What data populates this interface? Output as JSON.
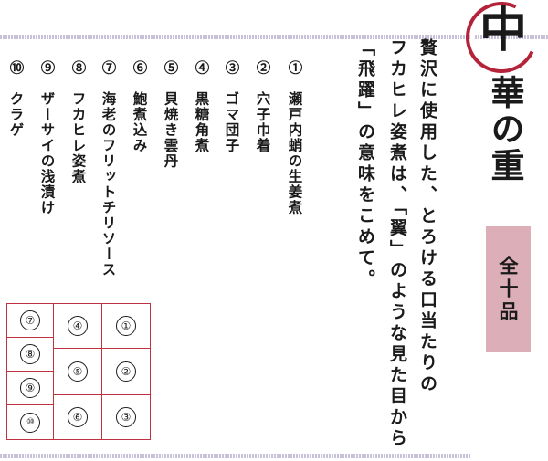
{
  "title": {
    "first_char": "中",
    "rest": "華の重"
  },
  "badge": "全十品",
  "description": [
    "贅沢に使用した、とろける口当たりの",
    "フカヒレ姿煮は、「翼」のような見た目から",
    "「飛躍」の意味をこめて。"
  ],
  "items": [
    "①　瀬戸内蛸の生姜煮",
    "②　穴子巾着",
    "③　ゴマ団子",
    "④　黒糖角煮",
    "⑤　貝焼き雲丹",
    "⑥　鮑煮込み",
    "⑦　海老のフリットチリソース",
    "⑧　フカヒレ姿煮",
    "⑨　ザーサイの浅漬け",
    "⑩　クラゲ"
  ],
  "diagram": {
    "labels": [
      "⑦",
      "⑧",
      "⑨",
      "⑩",
      "④",
      "⑤",
      "⑥",
      "①",
      "②",
      "③"
    ]
  },
  "colors": {
    "accent": "#c0323f",
    "badge_bg": "#dcaeb7",
    "stripe": "#c9c1d8"
  }
}
